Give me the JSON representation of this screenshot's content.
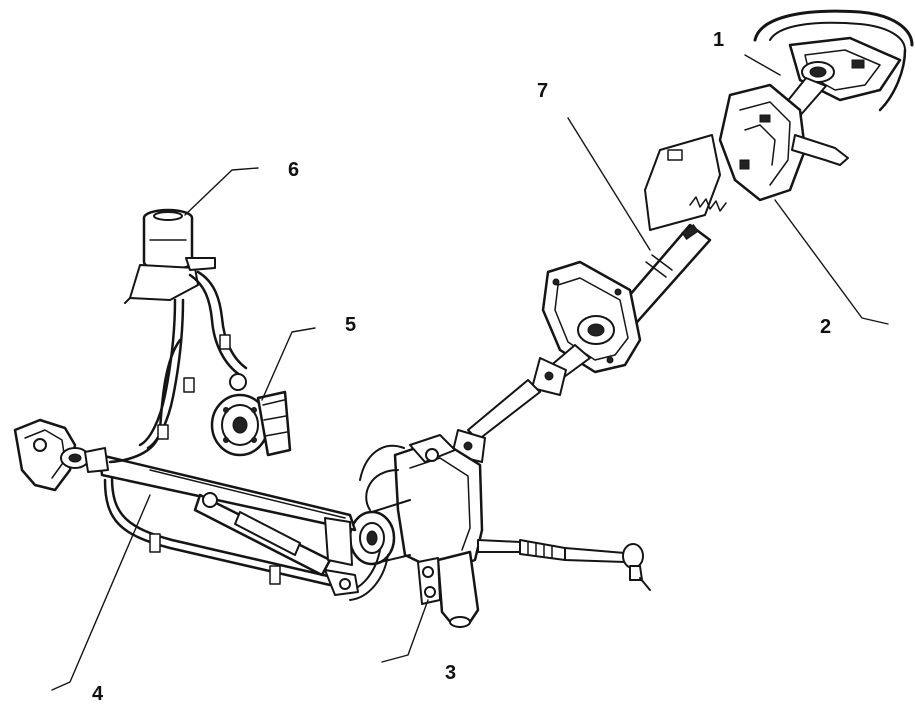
{
  "labels": {
    "l1": "1",
    "l2": "2",
    "l3": "3",
    "l4": "4",
    "l5": "5",
    "l6": "6",
    "l7": "7"
  },
  "colors": {
    "ink": "#151515",
    "paper": "#ffffff"
  }
}
